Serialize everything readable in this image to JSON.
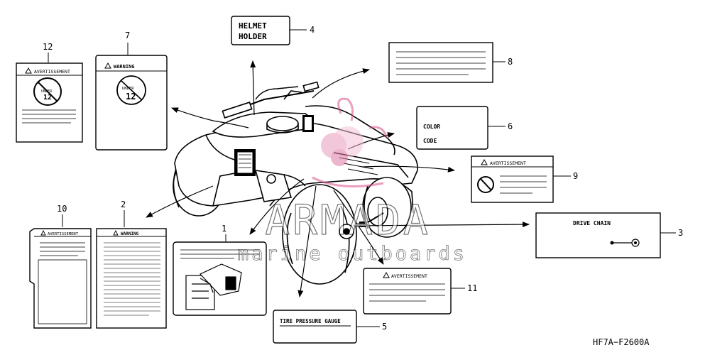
{
  "diagram": {
    "drawing_code": "HF7A−F2600A",
    "labels": {
      "helmet_line1": "HELMET",
      "helmet_line2": "HOLDER",
      "color": "COLOR",
      "code": "CODE",
      "drive_chain": "DRIVE CHAIN",
      "tire_pressure": "TIRE PRESSURE GAUGE",
      "warning": "WARNING",
      "avertissement": "AVERTISSEMENT",
      "age_text": "UNDER",
      "age_number": "12"
    },
    "callouts": {
      "c1": "1",
      "c2": "2",
      "c3": "3",
      "c4": "4",
      "c5": "5",
      "c6": "6",
      "c7": "7",
      "c8": "8",
      "c9": "9",
      "c10": "10",
      "c11": "11",
      "c12": "12"
    }
  },
  "watermark": {
    "brand": "ARMADA",
    "tagline": "marine outboards",
    "color": "#d94f8a"
  }
}
